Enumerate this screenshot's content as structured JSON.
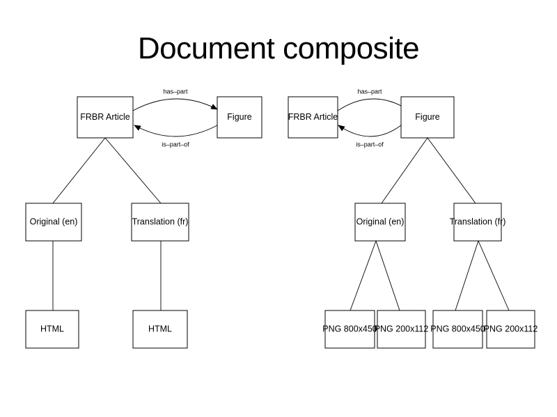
{
  "title": "Document composite",
  "left_diagram": {
    "root": "FRBR Article",
    "related": "Figure",
    "has_part": "has–part",
    "is_part_of": "is–part–of",
    "children": [
      {
        "label": "Original (en)",
        "leaves": [
          "HTML"
        ]
      },
      {
        "label": "Translation (fr)",
        "leaves": [
          "HTML"
        ]
      }
    ]
  },
  "right_diagram": {
    "root": "FRBR Article",
    "related": "Figure",
    "has_part": "has–part",
    "is_part_of": "is–part–of",
    "children": [
      {
        "label": "Original (en)",
        "leaves": [
          "PNG 800x450",
          "PNG 200x112"
        ]
      },
      {
        "label": "Translation (fr)",
        "leaves": [
          "PNG 800x450",
          "PNG 200x112"
        ]
      }
    ]
  }
}
